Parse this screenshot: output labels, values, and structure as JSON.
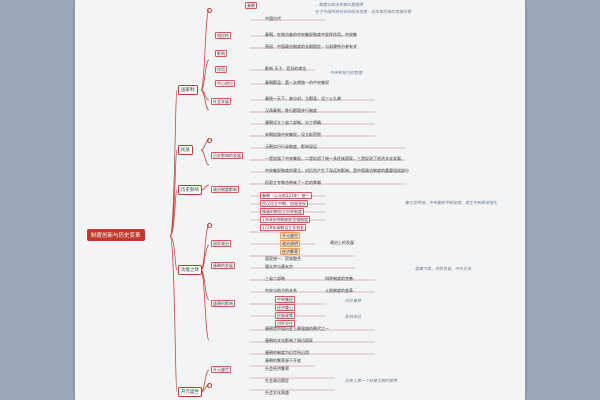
{
  "root": {
    "label": "制度创新与历史变革"
  },
  "branches": [
    {
      "label": "国家制"
    },
    {
      "label": "民族"
    },
    {
      "label": "历史影响"
    },
    {
      "label": "功能之政"
    },
    {
      "label": "开元盛世"
    }
  ],
  "top": {
    "n1": "秦朝",
    "n2": "...制度与政治变革的里程碑",
    "n3": "在于中国传统社会的政治发展，还体现民族的发展历程"
  },
  "group1": {
    "rows": [
      "中国古代",
      "秦朝，在统治者的中央集权制度中发挥作用，中央集",
      "原因：中国政治制度的长期稳定，与封建统治者有关",
      "影响 天子、官员的地位",
      "秦朝郡县：第一次将统一的中央集权"
    ],
    "aux": [
      "相应的",
      "影响",
      "作用",
      "中心地位"
    ],
    "note": "中央到地方的管理"
  },
  "group2": {
    "label": "社会发展",
    "rows": [
      "秦统一天下，废分封，立郡县，设三公九卿",
      "汉承秦制，推行郡国并行制度",
      "唐朝设立三省六部制，分工明确",
      "宋朝加强中央集权，设立枢密院",
      "元朝实行行省制度，影响深远"
    ]
  },
  "group3": {
    "label": "历史影响的发展",
    "rows": [
      "一是加强了中央集权，二是巩固了统一多民族国家，三是促进了经济文化发展",
      "中央集权制度的建立，对后世产生了深远的影响，是中国政治制度的重要组成部分",
      "但君主专制也带来了一定的弊端"
    ]
  },
  "group4": {
    "label": "政治制度影响",
    "rows": [
      "秦朝（公元前221年）统一",
      "西汉设立中朝，加强皇权",
      "隋唐时期创立科举制度",
      "1368年明朝废除丞相制度",
      "1729年清朝设立军机处"
    ],
    "note": "秦汉至明清，中央集权不断加强，君主专制逐渐强化"
  },
  "group5": {
    "label": "国家政治",
    "rows": [
      "开元盛世",
      "政治清明",
      "经济繁荣"
    ],
    "sub": "政治上的发展"
  },
  "group6": {
    "label": "唐朝的发展",
    "rows": [
      "国家统一，民族融合",
      "唐太宗与唐玄宗",
      "三省六部制",
      "中央与地方的关系",
      "科举制度的完善",
      "土地制度的变革"
    ],
    "note": "盛唐气象，开放包容，中外交流"
  },
  "group7": {
    "label": "盛唐的影响",
    "rows": [
      "中央集权",
      "经济重心",
      "民族政策",
      "对外交往"
    ],
    "note1": "内外兼修",
    "note2": "影响深远"
  },
  "group8": {
    "rows": [
      "唐朝是中国历史上最强盛的朝代之一",
      "唐朝的文化影响了周边国家",
      "唐朝的制度为后世所沿用",
      "唐朝的繁荣源于开放"
    ]
  },
  "group9": {
    "label": "开元盛世",
    "rows": [
      "社会经济繁荣",
      "社会政治稳定",
      "社会文化昌盛"
    ],
    "note": "历史上第一个封建王朝的繁荣"
  }
}
